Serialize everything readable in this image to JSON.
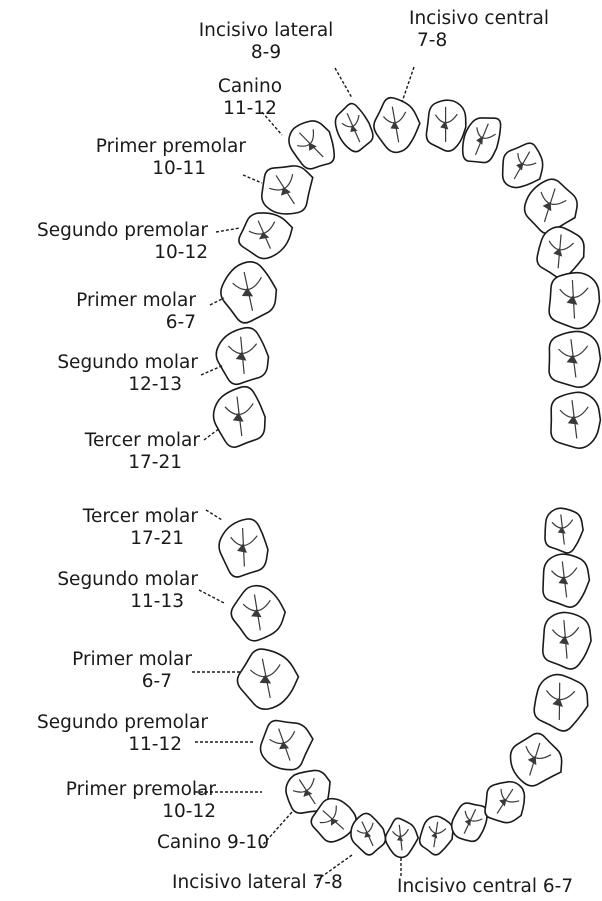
{
  "upper_arch": [
    {
      "name": "Incisivo lateral",
      "age": "8-9"
    },
    {
      "name": "Incisivo central",
      "age": "7-8"
    },
    {
      "name": "Canino",
      "age": "11-12"
    },
    {
      "name": "Primer premolar",
      "age": "10-11"
    },
    {
      "name": "Segundo premolar",
      "age": "10-12"
    },
    {
      "name": "Primer molar",
      "age": "6-7"
    },
    {
      "name": "Segundo molar",
      "age": "12-13"
    },
    {
      "name": "Tercer molar",
      "age": "17-21"
    }
  ],
  "lower_arch": [
    {
      "name": "Tercer molar",
      "age": "17-21"
    },
    {
      "name": "Segundo molar",
      "age": "11-13"
    },
    {
      "name": "Primer molar",
      "age": "6-7"
    },
    {
      "name": "Segundo premolar",
      "age": "11-12"
    },
    {
      "name": "Primer premolar",
      "age": "10-12"
    },
    {
      "text": "Canino 9-10"
    },
    {
      "text": "Incisivo lateral 7-8"
    },
    {
      "text": "Incisivo central 6-7"
    }
  ],
  "colors": {
    "line": "#1a1a1a",
    "shading": "#3a3a3a",
    "background": "#ffffff"
  }
}
